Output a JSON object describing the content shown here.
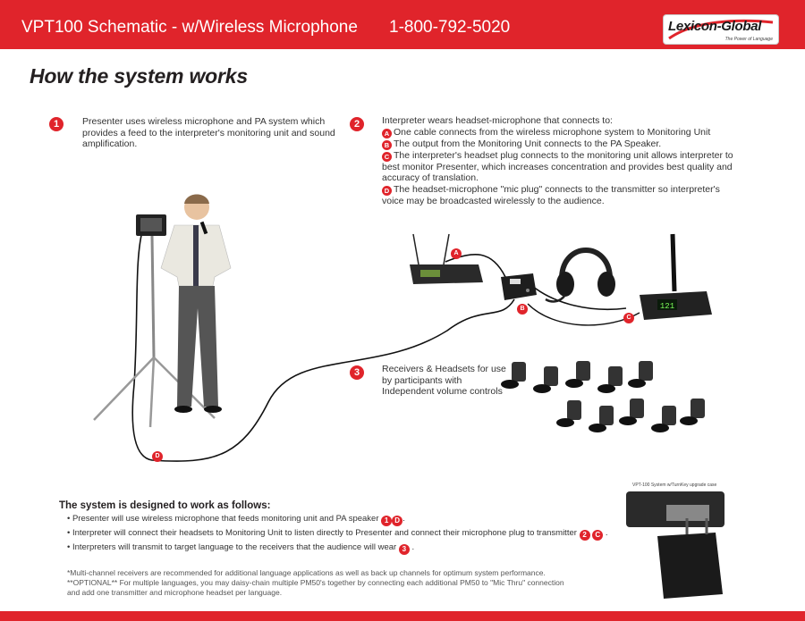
{
  "header": {
    "title": "VPT100 Schematic - w/Wireless Microphone",
    "phone": "1-800-792-5020",
    "logo_text": "Lexicon-Global",
    "logo_tagline": "The Power of Language"
  },
  "main_heading": "How the system works",
  "steps": [
    {
      "number": "1",
      "text": "Presenter uses  wireless microphone and PA system which provides a feed to the interpreter's monitoring unit and sound amplification."
    },
    {
      "number": "2",
      "intro": "Interpreter wears headset-microphone that connects to:",
      "items": [
        {
          "letter": "A",
          "text": "One cable connects from the wireless microphone system to Monitoring Unit"
        },
        {
          "letter": "B",
          "text": "The output from the Monitoring Unit connects to the PA Speaker."
        },
        {
          "letter": "C",
          "text": "The interpreter's headset plug connects to the monitoring unit allows interpreter to best monitor Presenter, which increases concentration and provides best quality and accuracy of translation."
        },
        {
          "letter": "D",
          "text": "The headset-microphone \"mic plug\" connects to the transmitter so interpreter's voice may be broadcasted wirelessly to the audience."
        }
      ]
    },
    {
      "number": "3",
      "text": "Receivers & Headsets for use by participants with Independent volume controls"
    }
  ],
  "diagram_labels": {
    "a": "A",
    "b": "B",
    "c": "C",
    "d": "D"
  },
  "transmitter_display": "121",
  "case_caption": "VPT-100 System w/TurnKey upgrade case",
  "system_section": {
    "heading": "The system is designed to work as follows:",
    "bullets": [
      {
        "text": "• Presenter will use wireless microphone that feeds monitoring unit and PA speaker",
        "n": "1",
        "l": "D",
        "end": "."
      },
      {
        "text": "• Interpreter will connect their headsets to Monitoring Unit to listen directly to Presenter and connect their microphone plug to transmitter",
        "n": "2",
        "l": "C",
        "end": "."
      },
      {
        "text": "• Interpreters will  transmit to target language to the receivers  that the audience will wear",
        "n": "3",
        "end": "."
      }
    ]
  },
  "footnotes": [
    "*Multi-channel receivers are recommended for additional language applications as well as back up channels for optimum system performance.",
    "**OPTIONAL** For multiple languages, you may daisy-chain multiple PM50's together by connecting each additional PM50 to \"Mic Thru\" connection",
    "and add one transmitter and microphone headset per language."
  ],
  "colors": {
    "brand_red": "#e0242b",
    "text": "#231f20"
  }
}
